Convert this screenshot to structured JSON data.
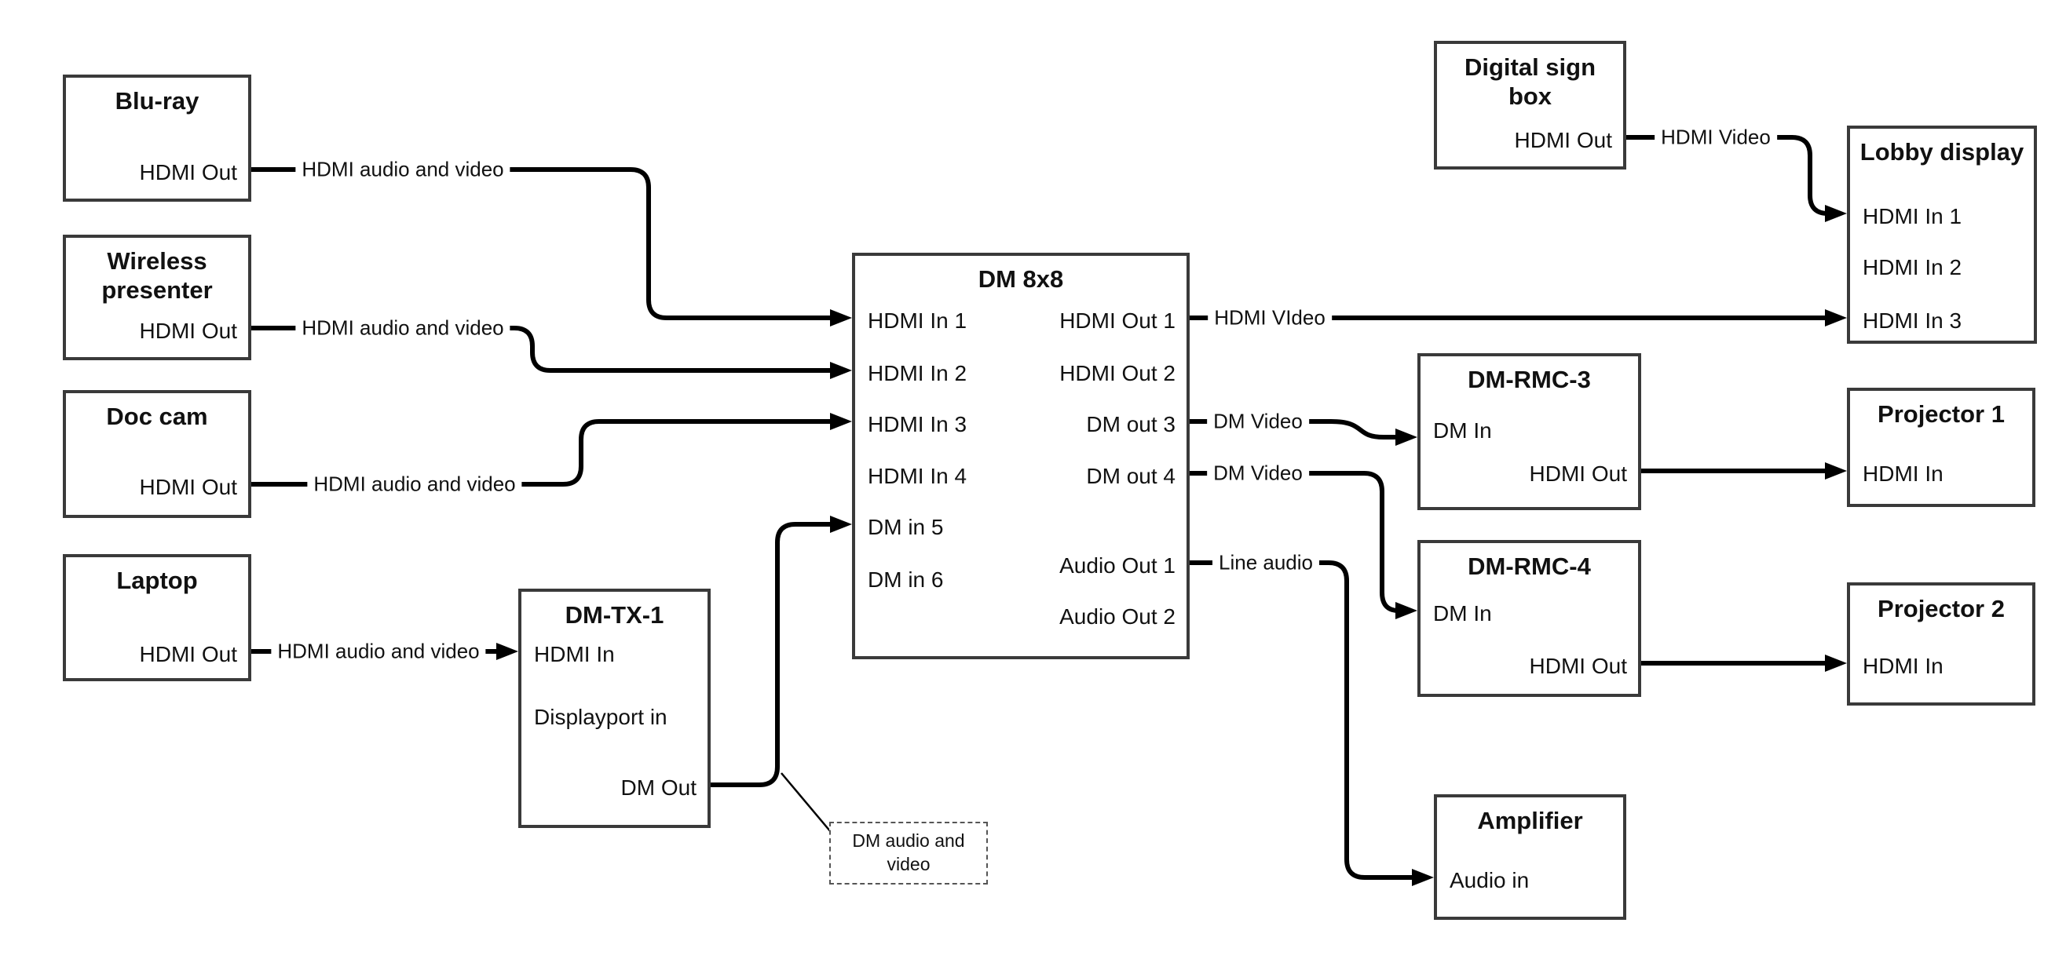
{
  "colors": {
    "connector_line": "#000000",
    "box_border": "#3a3a3a",
    "text": "#111111",
    "background": "#ffffff"
  },
  "nodes": {
    "bluray": {
      "title": "Blu-ray",
      "ports": [
        "HDMI Out"
      ]
    },
    "wireless": {
      "title": "Wireless presenter",
      "ports": [
        "HDMI Out"
      ]
    },
    "doccam": {
      "title": "Doc cam",
      "ports": [
        "HDMI Out"
      ]
    },
    "laptop": {
      "title": "Laptop",
      "ports": [
        "HDMI Out"
      ]
    },
    "dmtx1": {
      "title": "DM-TX-1",
      "ports": [
        "HDMI In",
        "Displayport in",
        "DM Out"
      ]
    },
    "dm8x8": {
      "title": "DM 8x8",
      "ports_left": [
        "HDMI In 1",
        "HDMI In 2",
        "HDMI In 3",
        "HDMI In 4",
        "DM in 5",
        "DM in 6"
      ],
      "ports_right": [
        "HDMI Out 1",
        "HDMI Out 2",
        "DM out 3",
        "DM out 4",
        "Audio Out 1",
        "Audio Out 2"
      ]
    },
    "digitalsign": {
      "title": "Digital sign box",
      "ports": [
        "HDMI Out"
      ]
    },
    "lobby": {
      "title": "Lobby display",
      "ports": [
        "HDMI In 1",
        "HDMI In 2",
        "HDMI In 3"
      ]
    },
    "dmrmc3": {
      "title": "DM-RMC-3",
      "ports": [
        "DM In",
        "HDMI Out"
      ]
    },
    "proj1": {
      "title": "Projector 1",
      "ports": [
        "HDMI In"
      ]
    },
    "dmrmc4": {
      "title": "DM-RMC-4",
      "ports": [
        "DM In",
        "HDMI Out"
      ]
    },
    "proj2": {
      "title": "Projector 2",
      "ports": [
        "HDMI In"
      ]
    },
    "amplifier": {
      "title": "Amplifier",
      "ports": [
        "Audio in"
      ]
    }
  },
  "edges": [
    {
      "from": "Blu-ray HDMI Out",
      "to": "DM 8x8 HDMI In 1",
      "label": "HDMI audio and video"
    },
    {
      "from": "Wireless presenter HDMI Out",
      "to": "DM 8x8 HDMI In 2",
      "label": "HDMI audio and video"
    },
    {
      "from": "Doc cam HDMI Out",
      "to": "DM 8x8 HDMI In 3",
      "label": "HDMI audio and video"
    },
    {
      "from": "Laptop HDMI Out",
      "to": "DM-TX-1 HDMI In",
      "label": "HDMI audio and video"
    },
    {
      "from": "DM-TX-1 DM Out",
      "to": "DM 8x8 DM in 5",
      "label": ""
    },
    {
      "from": "DM 8x8 HDMI Out 1",
      "to": "Lobby display HDMI In 3",
      "label": "HDMI VIdeo"
    },
    {
      "from": "Digital sign box HDMI Out",
      "to": "Lobby display HDMI In 1",
      "label": "HDMI Video"
    },
    {
      "from": "DM 8x8 DM out 3",
      "to": "DM-RMC-3 DM In",
      "label": "DM Video"
    },
    {
      "from": "DM 8x8 DM out 4",
      "to": "DM-RMC-4 DM In",
      "label": "DM Video"
    },
    {
      "from": "DM 8x8 Audio Out 1",
      "to": "Amplifier Audio in",
      "label": "Line audio"
    },
    {
      "from": "DM-RMC-3 HDMI Out",
      "to": "Projector 1 HDMI In",
      "label": ""
    },
    {
      "from": "DM-RMC-4 HDMI Out",
      "to": "Projector 2 HDMI In",
      "label": ""
    }
  ],
  "note": {
    "text": "DM audio and video",
    "attached_to": "DM-TX-1 DM Out to DM 8x8 DM in 5 connection"
  }
}
